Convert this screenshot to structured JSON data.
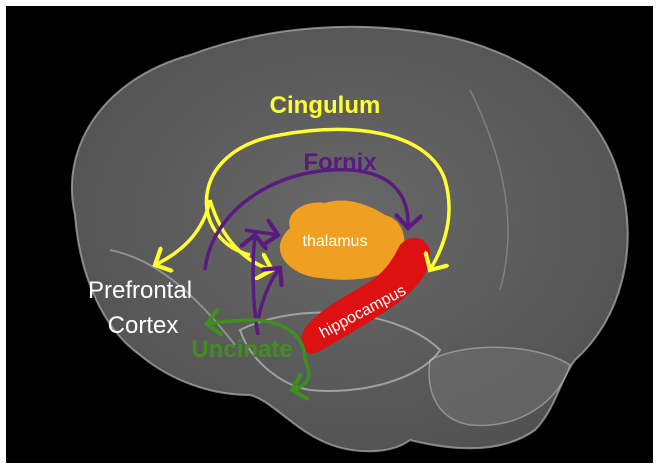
{
  "labels": {
    "cingulum": "Cingulum",
    "fornix": "Fornix",
    "uncinate": "Uncinate",
    "prefrontal_line1": "Prefrontal",
    "prefrontal_line2": "Cortex",
    "thalamus": "thalamus",
    "hippocampus": "hippocampus"
  },
  "colors": {
    "background": "#000000",
    "border": "#ffffff",
    "brain": "#8a8a8a",
    "cingulum": "#ffff33",
    "fornix": "#5a1a82",
    "uncinate": "#3f8f1f",
    "thalamus": "#f0a020",
    "hippocampus": "#dd1111",
    "prefrontal_text": "#ffffff"
  }
}
